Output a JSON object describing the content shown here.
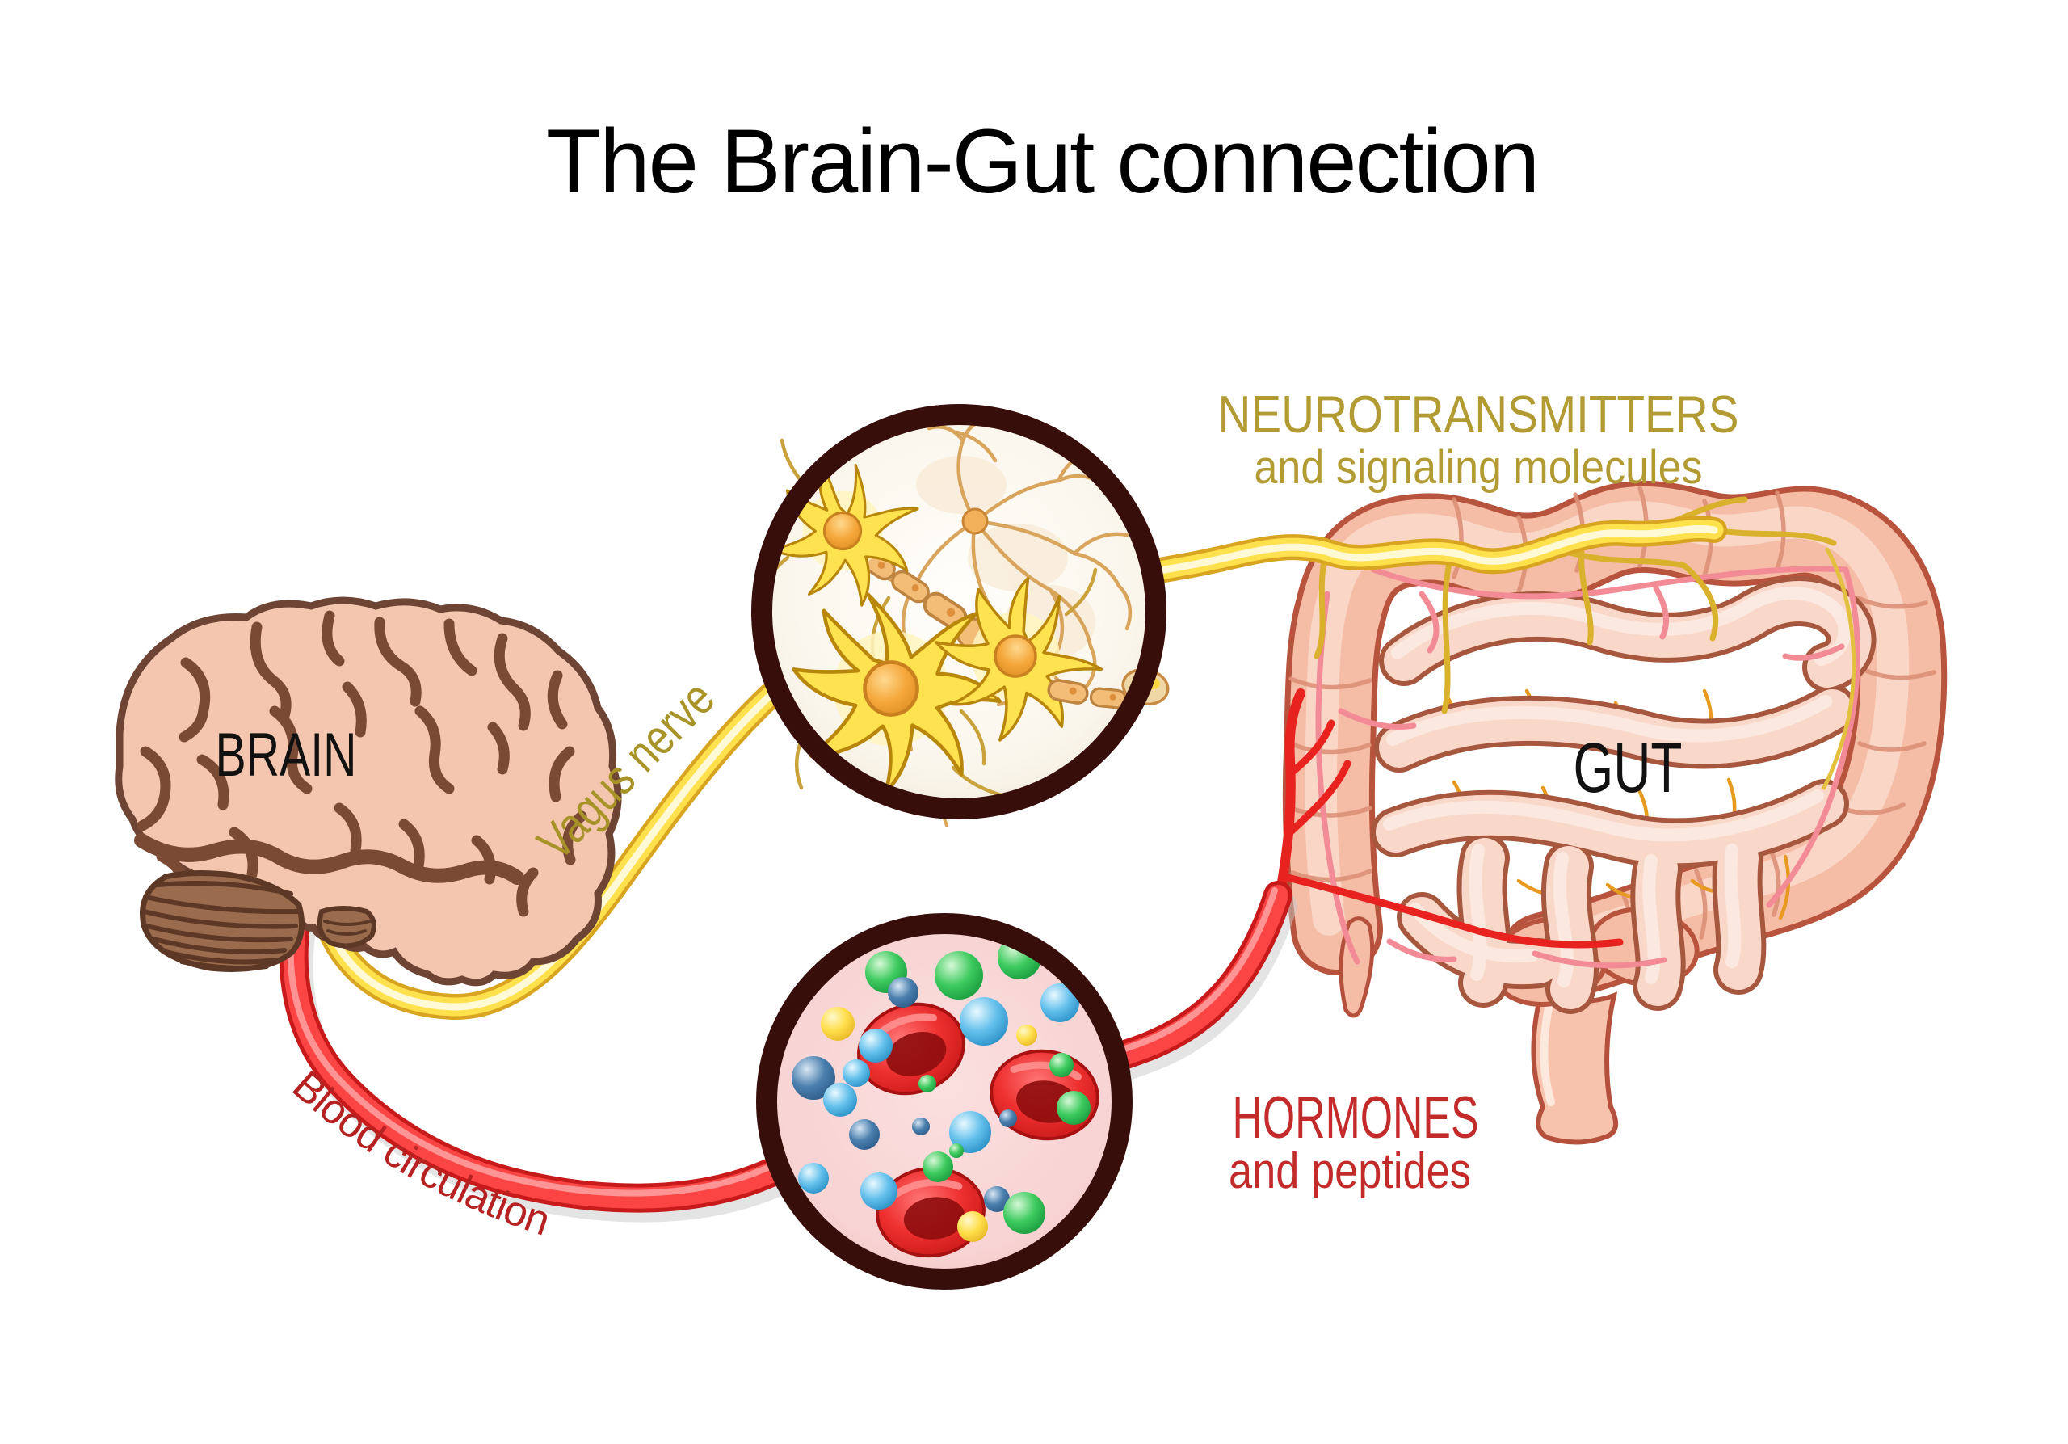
{
  "title": "The Brain-Gut connection",
  "organs": {
    "brain_label": "BRAIN",
    "gut_label": "GUT"
  },
  "pathways": {
    "vagus_nerve_label": "Vagus nerve",
    "blood_circulation_label": "Blood circulation"
  },
  "insets": {
    "neurons": {
      "heading": "NEUROTRANSMITTERS",
      "subheading": "and signaling molecules"
    },
    "blood": {
      "heading": "HORMONES",
      "subheading": "and peptides"
    }
  },
  "colors": {
    "title_text": "#000000",
    "organ_label_text": "#111111",
    "neurotransmitters_text": "#B39B33",
    "vagus_label_text": "#A89328",
    "hormones_text": "#C32B2B",
    "blood_label_text": "#B62222",
    "nerve_fill": "#FFE14D",
    "nerve_outline": "#D9A521",
    "vessel_fill": "#FB4545",
    "vessel_outline": "#C81A1A",
    "inset_ring": "#380E0B",
    "neuron_inset_bg": "#FBF6EC",
    "blood_inset_bg": "#F8D3D3",
    "brain_fill": "#F4C6AF",
    "brain_lines": "#7B4A35",
    "cerebellum_fill": "#9A6B4C",
    "colon_fill": "#F5BCA6",
    "colon_outline": "#B8543E",
    "intestine_fill": "#F9D8CA",
    "mesentery_lines": "#E8991F",
    "rbc_fill": "#E63030",
    "molecule_green": "#3ECB5F",
    "molecule_blue": "#63C0EC",
    "molecule_steelblue": "#4A7FAD",
    "molecule_yellow": "#FFDE4A"
  }
}
